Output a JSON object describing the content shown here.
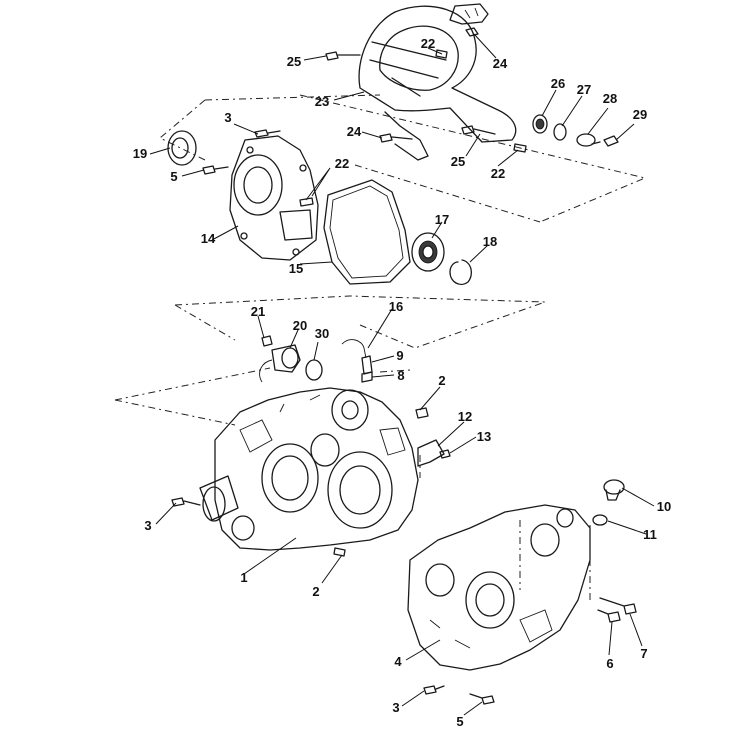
{
  "callouts": [
    {
      "id": "c1",
      "label": "1"
    },
    {
      "id": "c2a",
      "label": "2"
    },
    {
      "id": "c2b",
      "label": "2"
    },
    {
      "id": "c3a",
      "label": "3"
    },
    {
      "id": "c3b",
      "label": "3"
    },
    {
      "id": "c3c",
      "label": "3"
    },
    {
      "id": "c4",
      "label": "4"
    },
    {
      "id": "c5a",
      "label": "5"
    },
    {
      "id": "c5b",
      "label": "5"
    },
    {
      "id": "c6",
      "label": "6"
    },
    {
      "id": "c7",
      "label": "7"
    },
    {
      "id": "c8",
      "label": "8"
    },
    {
      "id": "c9",
      "label": "9"
    },
    {
      "id": "c10",
      "label": "10"
    },
    {
      "id": "c11",
      "label": "11"
    },
    {
      "id": "c12",
      "label": "12"
    },
    {
      "id": "c13",
      "label": "13"
    },
    {
      "id": "c14",
      "label": "14"
    },
    {
      "id": "c15",
      "label": "15"
    },
    {
      "id": "c16",
      "label": "16"
    },
    {
      "id": "c17",
      "label": "17"
    },
    {
      "id": "c18",
      "label": "18"
    },
    {
      "id": "c19",
      "label": "19"
    },
    {
      "id": "c20",
      "label": "20"
    },
    {
      "id": "c21",
      "label": "21"
    },
    {
      "id": "c22a",
      "label": "22"
    },
    {
      "id": "c22b",
      "label": "22"
    },
    {
      "id": "c22c",
      "label": "22"
    },
    {
      "id": "c23",
      "label": "23"
    },
    {
      "id": "c24a",
      "label": "24"
    },
    {
      "id": "c24b",
      "label": "24"
    },
    {
      "id": "c25a",
      "label": "25"
    },
    {
      "id": "c25b",
      "label": "25"
    },
    {
      "id": "c26",
      "label": "26"
    },
    {
      "id": "c27",
      "label": "27"
    },
    {
      "id": "c28",
      "label": "28"
    },
    {
      "id": "c29",
      "label": "29"
    },
    {
      "id": "c30",
      "label": "30"
    }
  ]
}
